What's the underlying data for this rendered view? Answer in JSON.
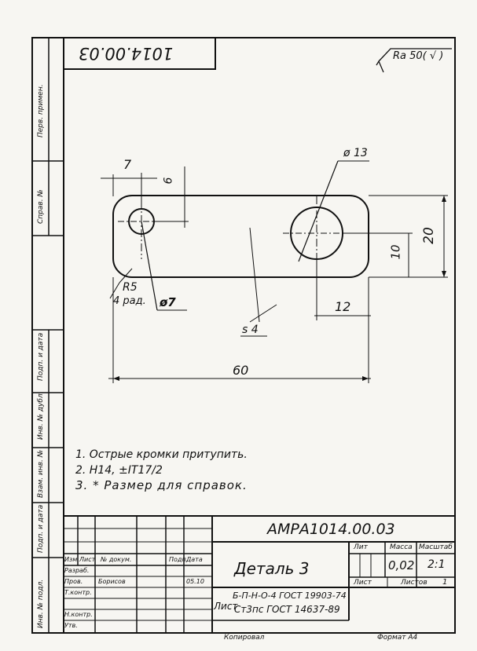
{
  "top_code": "1014.00.03",
  "roughness": "Ra 50( √ )",
  "dims": {
    "d7": "7",
    "d6": "6",
    "d13": "ø 13",
    "d20": "20",
    "d10": "10",
    "d12": "12",
    "r5": "R5",
    "r5_note": "4 рад.",
    "phi7": "ø7",
    "thickness": "s 4",
    "d60": "60"
  },
  "notes": [
    "1. Острые кромки притупить.",
    "2. H14, ±IT17/2",
    "3. * Размер для справок."
  ],
  "side_labels": {
    "perv_primen": "Перв. примен.",
    "sprav": "Справ. №",
    "podp_data1": "Подп. и дата",
    "inv_dubl": "Инв. № дубл.",
    "vzam_inv": "Взам. инв. №",
    "podp_data2": "Подп. и дата",
    "inv_podl": "Инв. № подл."
  },
  "title_block": {
    "doc_code": "АМРА1014.00.03",
    "part_name": "Деталь 3",
    "col_lit": "Лит",
    "col_massa": "Масса",
    "col_masshtab": "Масштаб",
    "massa": "0,02",
    "masshtab": "2:1",
    "list": "Лист",
    "listov": "Листов",
    "listov_val": "1",
    "material_label": "Лист",
    "material_line1": "Б-П-Н-О-4 ГОСТ 19903-74",
    "material_line2": "Ст3пс ГОСТ 14637-89",
    "hdr_izm": "Изм",
    "hdr_list": "Лист",
    "hdr_docum": "№ докум.",
    "hdr_podp": "Подп.",
    "hdr_data": "Дата",
    "row_razrab": "Разраб.",
    "row_prov": "Пров.",
    "row_tkontr": "Т.контр.",
    "row_nkontr": "Н.контр.",
    "row_utv": "Утв.",
    "prov_name": "Борисов",
    "prov_date": "05.10",
    "kopiroval": "Копировал",
    "format": "Формат А4"
  }
}
